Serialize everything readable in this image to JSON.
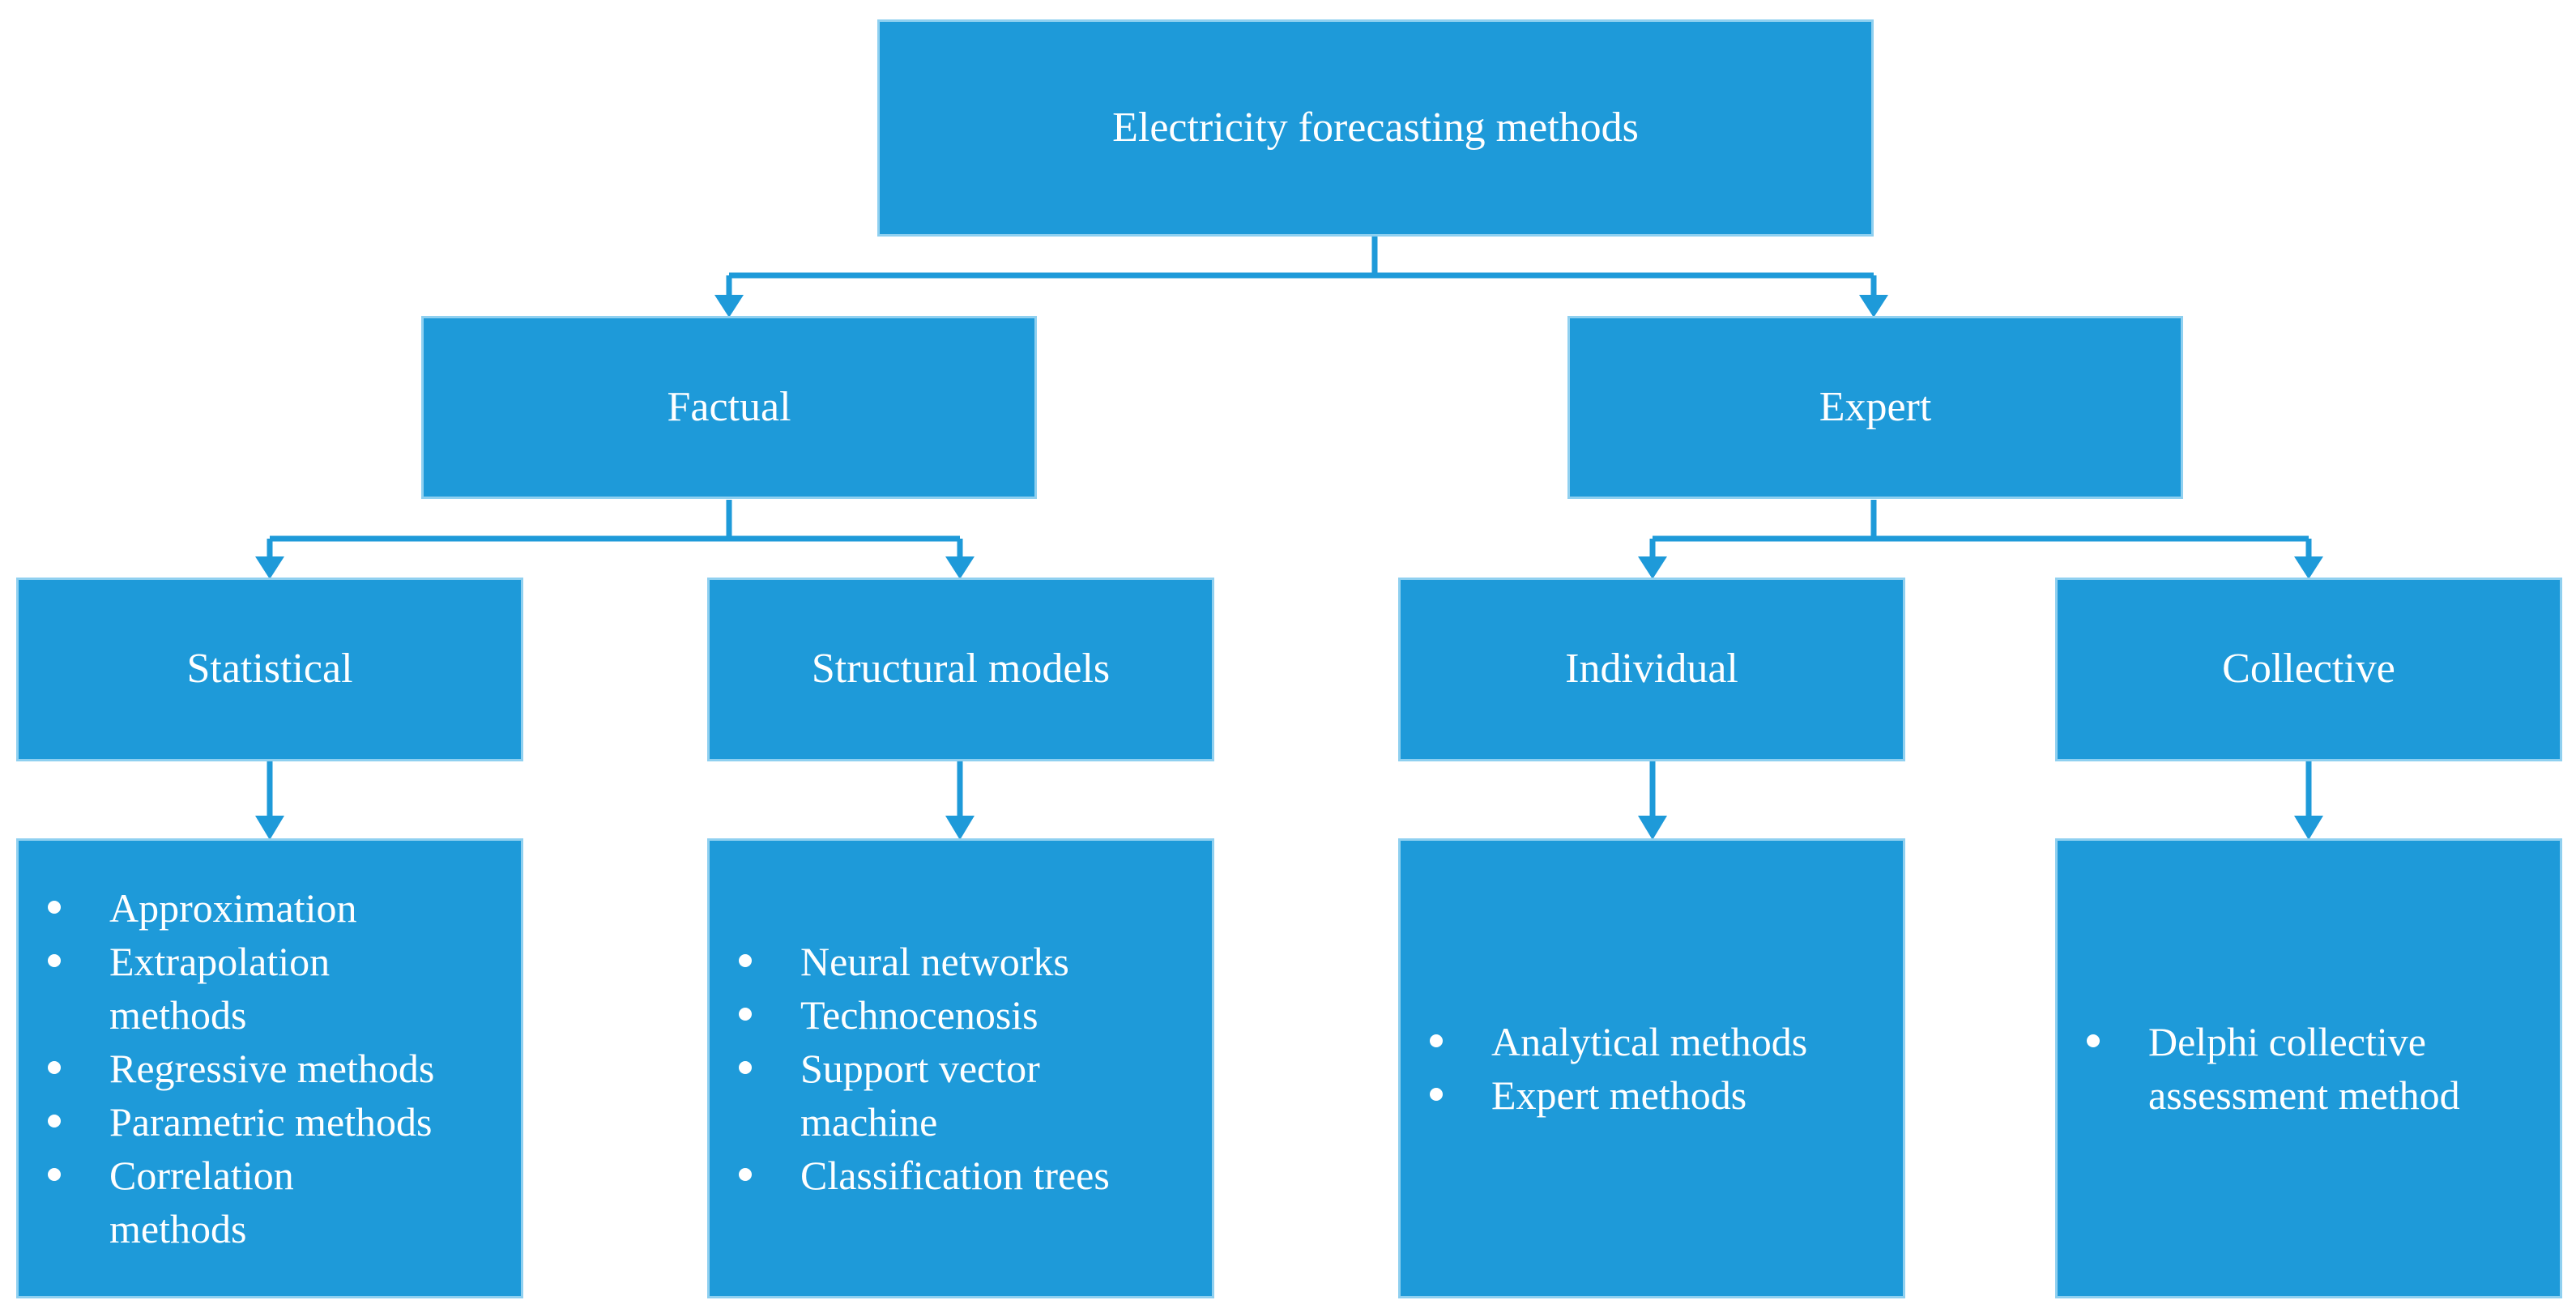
{
  "root": {
    "label": "Electricity forecasting methods"
  },
  "level1": [
    {
      "label": "Factual"
    },
    {
      "label": "Expert"
    }
  ],
  "level2": [
    {
      "label": "Statistical"
    },
    {
      "label": "Structural models"
    },
    {
      "label": "Individual"
    },
    {
      "label": "Collective"
    }
  ],
  "lists": [
    {
      "items": [
        "Approximation",
        "Extrapolation methods",
        "Regressive methods",
        "Parametric methods",
        "Correlation methods"
      ]
    },
    {
      "items": [
        "Neural networks",
        "Technocenosis",
        "Support vector machine",
        "Classification trees"
      ]
    },
    {
      "items": [
        "Analytical methods",
        "Expert methods"
      ]
    },
    {
      "items": [
        "Delphi collective assessment method"
      ]
    }
  ],
  "colors": {
    "box_fill": "#1e9ad9",
    "box_border": "#8fd0f0",
    "connector": "#1e9ad9",
    "text": "#ffffff"
  }
}
